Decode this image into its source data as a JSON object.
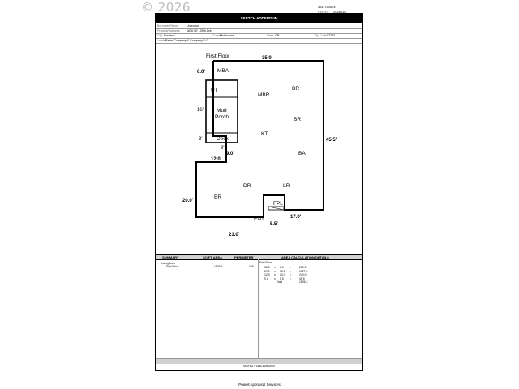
{
  "watermark": "© 2026",
  "file_no_label": "File No:",
  "ref_number": "431-T50074",
  "file_number": "2026018",
  "title": "SKETCH ADDENDUM",
  "header": {
    "borrower_label": "Borrower/Owner",
    "borrower_value": "Unknown",
    "address_label": "Property Address",
    "address_value": "1636 SE 139th Ave",
    "city_label": "City",
    "city_value": "Portland",
    "county_label": "County",
    "county_value": "Multnomah",
    "state_label": "State",
    "state_value": "OR",
    "zip_label": "Zip Code",
    "zip_value": "97233",
    "lender_label": "Lender",
    "lender_value": "Raine Company & Company LLC"
  },
  "sketch": {
    "floor_label": "First Floor",
    "rooms": [
      "MBA",
      "UT",
      "MBR",
      "BR",
      "Mud",
      "Porch",
      "BR",
      "KT",
      "Deck",
      "BA",
      "DR",
      "LR",
      "BR",
      "FPL",
      "ENT"
    ],
    "dimensions": [
      "6.0'",
      "35.0'",
      "16'",
      "3'",
      "9'",
      "9.0'",
      "45.5'",
      "12.0'",
      "20.0'",
      "17.0'",
      "5.5'",
      "21.0'"
    ]
  },
  "summary": {
    "col_summary": "SUMMARY",
    "col_sqft": "SQ FT AREA",
    "col_perimeter": "PERIMETER",
    "col_calc": "AREA CALCULATION DETAILS",
    "living_area_label": "Living Area",
    "first_floor_label": "First Floor",
    "first_floor_area": "1526.3",
    "first_floor_perimeter": "196",
    "calc_floor_label": "First Floor",
    "calc_rows": [
      [
        "35.0",
        "x",
        "6.0",
        "=",
        "210.0"
      ],
      [
        "29.0",
        "x",
        "35.5",
        "=",
        "1027.2"
      ],
      [
        "12.0",
        "x",
        "20.0",
        "=",
        "240.0"
      ],
      [
        "9.0",
        "x",
        "5.5",
        "=",
        "49.5"
      ]
    ],
    "total_label": "Total",
    "total_value": "1526.3"
  },
  "footnote": "SKETCH © 1996-2026 APEX",
  "footer": "Powell Appraisal Services"
}
